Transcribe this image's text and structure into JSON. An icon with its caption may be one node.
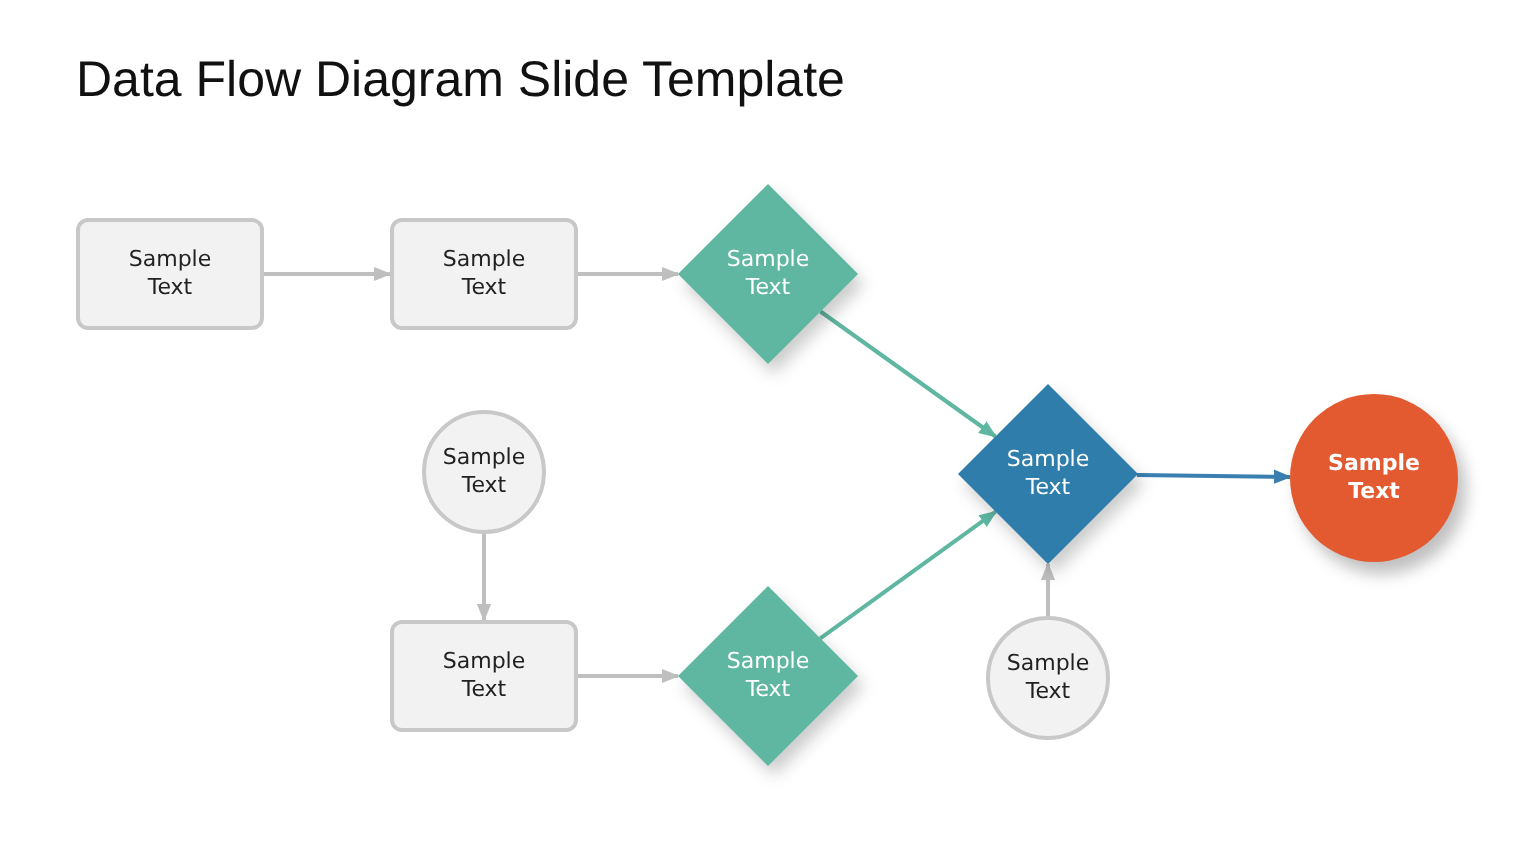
{
  "diagram": {
    "title": "Data Flow Diagram Slide Template",
    "nodes": [
      {
        "text": [
          "Sample Text"
        ]
      },
      {
        "text": [
          "Sample Text"
        ]
      },
      {
        "text": [
          "Sample Text"
        ]
      },
      {
        "text": [
          "Sample Text"
        ]
      },
      {
        "text": [
          "Sample Text"
        ]
      },
      {
        "text": [
          "Sample Text"
        ]
      },
      {
        "text": [
          "Sample Text"
        ]
      },
      {
        "text": [
          "Sample Text"
        ]
      },
      {
        "text": [
          "Sample Text"
        ]
      }
    ],
    "edges": [
      {
        "from": 0,
        "to": 1,
        "arrow": "to"
      },
      {
        "from": 1,
        "to": 2,
        "arrow": "to"
      },
      {
        "from": 2,
        "to": 4,
        "arrow": "to",
        "color": "#5fb7a1"
      },
      {
        "from": 3,
        "to": 6,
        "arrow": "to"
      },
      {
        "from": 6,
        "to": 7,
        "arrow": "to"
      },
      {
        "from": 7,
        "to": 4,
        "arrow": "to",
        "color": "#5fb7a1"
      },
      {
        "from": 8,
        "to": 4,
        "arrow": "to"
      },
      {
        "from": 4,
        "to": 5,
        "arrow": "to",
        "color": "#3b7fb0"
      }
    ]
  }
}
